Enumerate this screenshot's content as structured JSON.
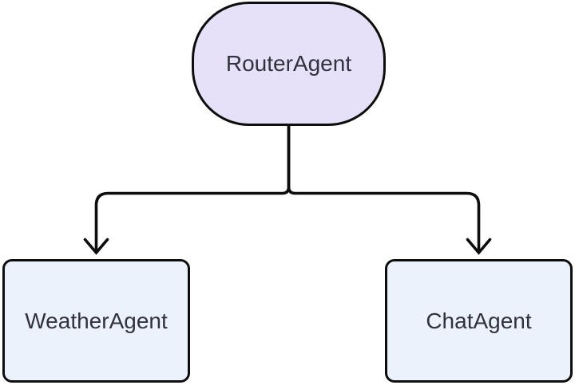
{
  "diagram": {
    "type": "flowchart",
    "direction": "top-down",
    "background": "#ffffff",
    "edge_color": "#0d0d0d",
    "text_color": "#32323e",
    "nodes": [
      {
        "id": "RouterAgent",
        "label": "RouterAgent",
        "shape": "stadium",
        "fill": "#e6e0f8",
        "border": "#0d0d0d"
      },
      {
        "id": "WeatherAgent",
        "label": "WeatherAgent",
        "shape": "rounded-rectangle",
        "fill": "#ecf2fb",
        "border": "#0d0d0d"
      },
      {
        "id": "ChatAgent",
        "label": "ChatAgent",
        "shape": "rounded-rectangle",
        "fill": "#ecf2fb",
        "border": "#0d0d0d"
      }
    ],
    "edges": [
      {
        "from": "RouterAgent",
        "to": "WeatherAgent",
        "arrow": "vee"
      },
      {
        "from": "RouterAgent",
        "to": "ChatAgent",
        "arrow": "vee"
      }
    ]
  }
}
